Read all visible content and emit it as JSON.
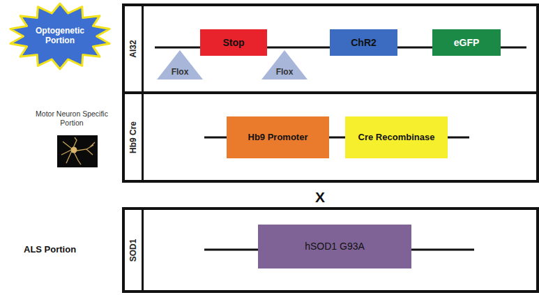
{
  "diagram": {
    "nodes": [
      {
        "text": [
          "Optogenetic Portion"
        ]
      },
      {
        "text": [
          "Al32"
        ]
      },
      {
        "text": [
          "Flox"
        ],
        "in": 1
      },
      {
        "text": [
          "Stop"
        ],
        "in": 1
      },
      {
        "text": [
          "Flox"
        ],
        "in": 1
      },
      {
        "text": [
          "ChR2"
        ],
        "in": 1
      },
      {
        "text": [
          "eGFP"
        ],
        "in": 1
      },
      {
        "text": [
          "Hb9 Cre"
        ]
      },
      {
        "text": [
          "Hb9 Promoter"
        ],
        "in": 7
      },
      {
        "text": [
          "Cre Recombinase"
        ],
        "in": 7
      },
      {
        "text": [
          "SOD1"
        ]
      },
      {
        "text": [
          "hSOD1 G93A"
        ],
        "in": 10
      }
    ],
    "labels": [
      "Motor Neuron Specific Portion",
      "X",
      "ALS Portion"
    ]
  }
}
